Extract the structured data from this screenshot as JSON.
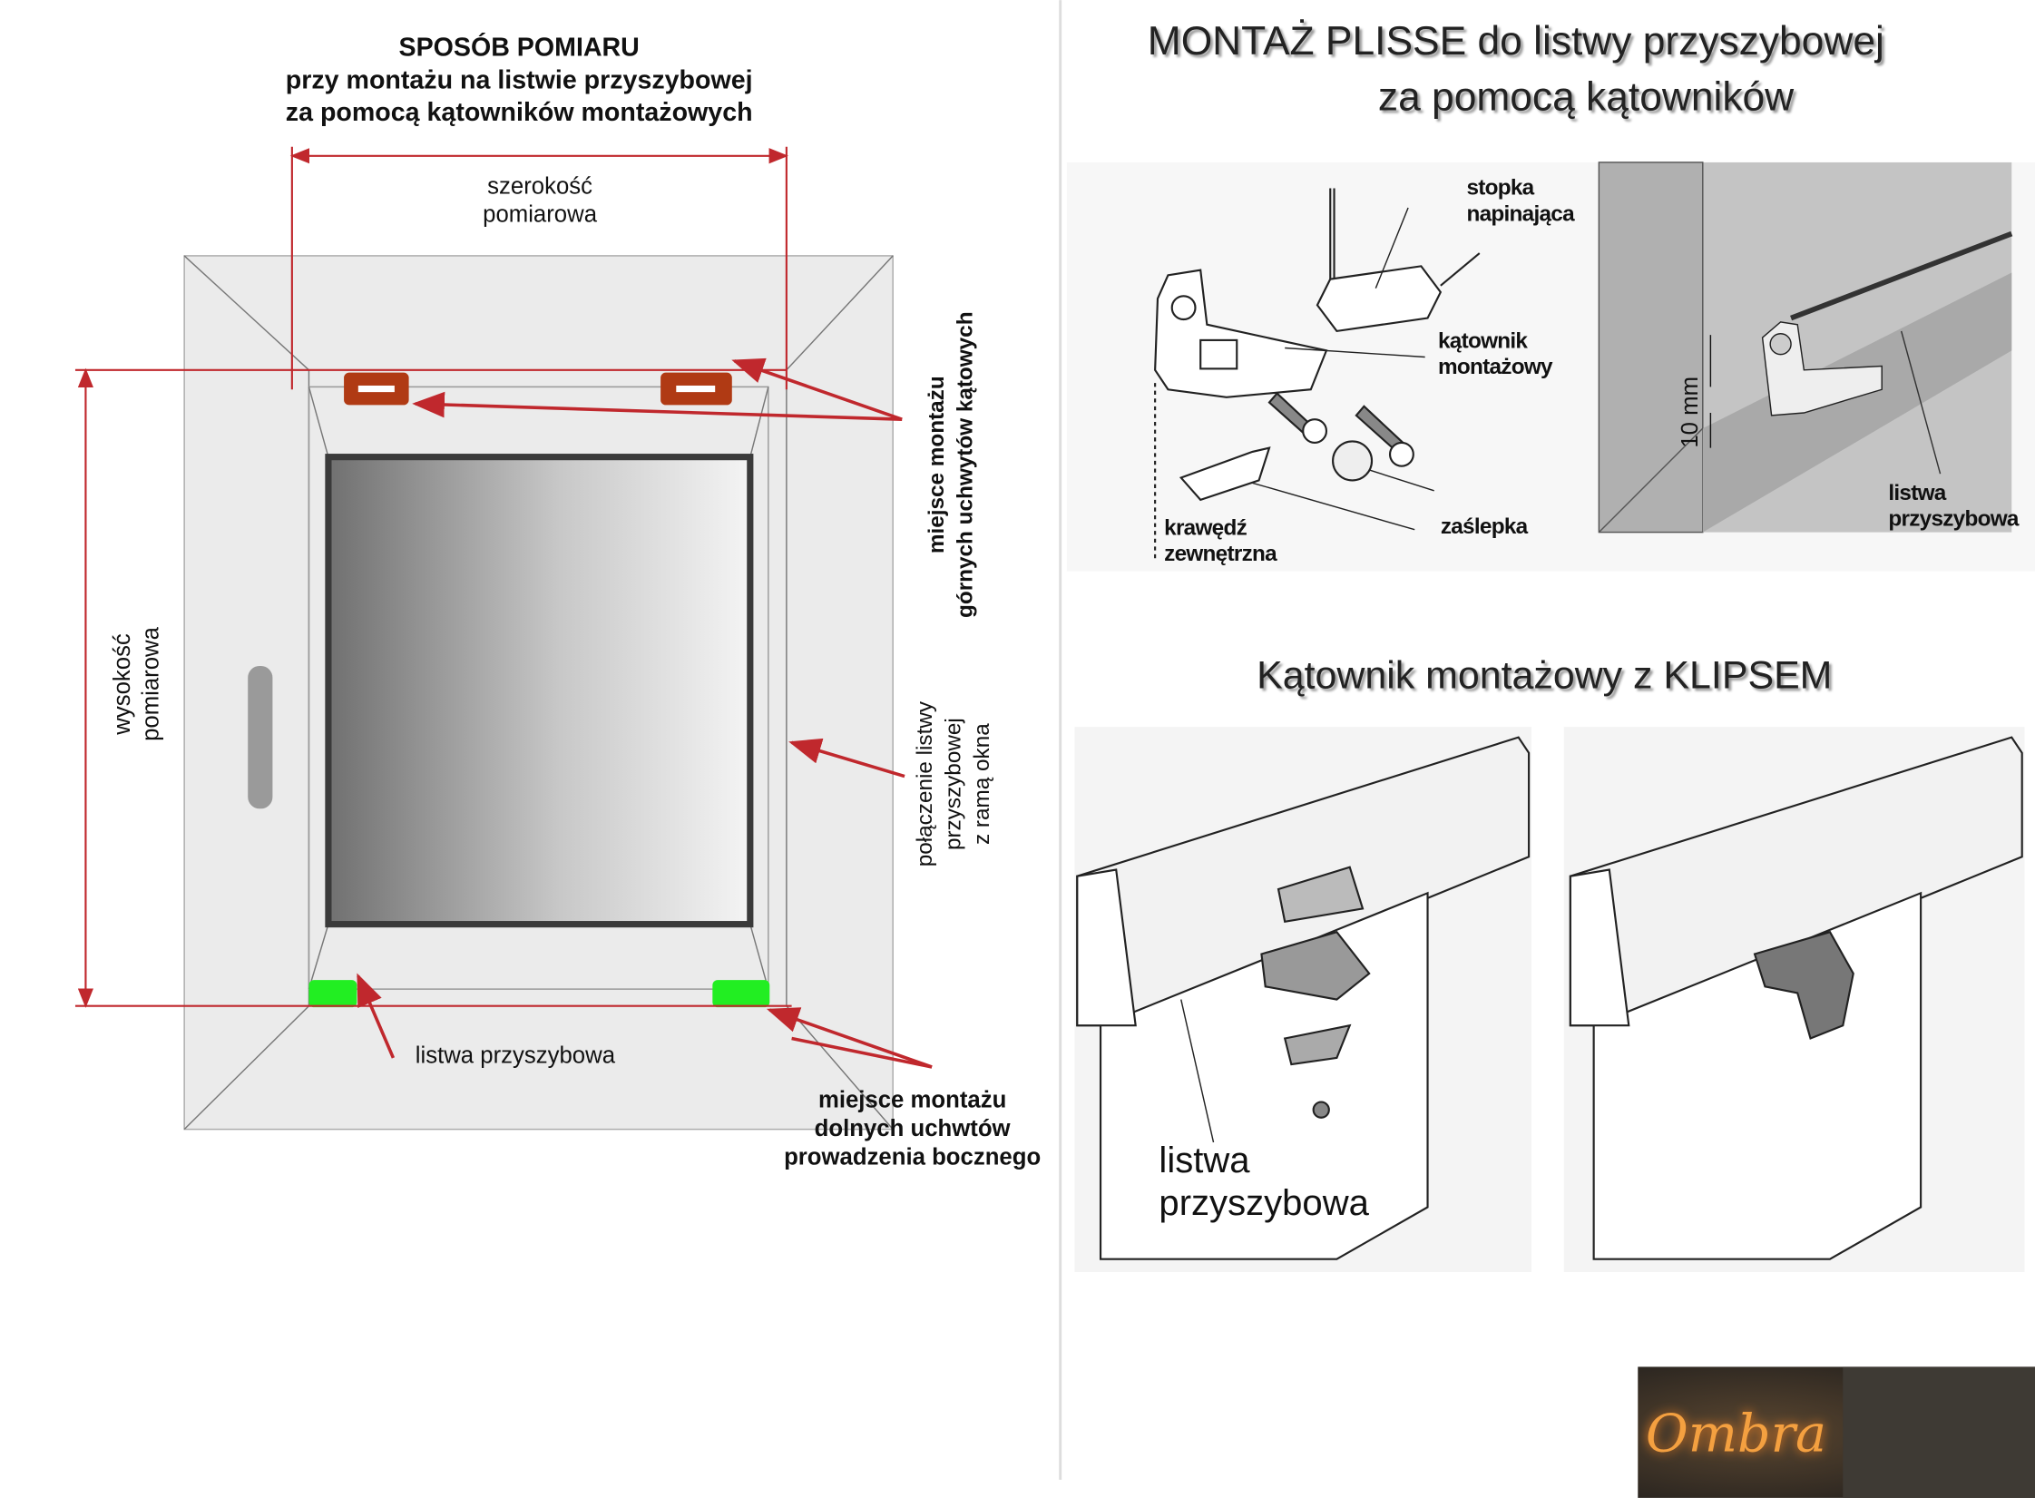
{
  "left": {
    "title": [
      "SPOSÓB POMIARU",
      "przy montażu na listwie przyszybowej",
      "za pomocą kątowników montażowych"
    ],
    "width_label": [
      "szerokość",
      "pomiarowa"
    ],
    "height_label": [
      "wysokość",
      "pomiarowa"
    ],
    "top_mount_label": [
      "miejsce montażu",
      "górnych uchwytów kątowych"
    ],
    "joint_label": [
      "połączenie listwy",
      "przyszybowej",
      "z ramą okna"
    ],
    "bead_label": "listwa przyszybowa",
    "bottom_mount_label": [
      "miejsce montażu",
      "dolnych uchwtów",
      "prowadzenia bocznego"
    ],
    "colors": {
      "dimension": "#c0282d",
      "top_bracket": "#b03a14",
      "bottom_bracket": "#22ee22"
    }
  },
  "right": {
    "title": [
      "MONTAŻ PLISSE do listwy przyszybowej",
      "za pomocą kątowników"
    ],
    "parts": {
      "tension_foot": [
        "stopka",
        "napinająca"
      ],
      "bracket": [
        "kątownik",
        "montażowy"
      ],
      "outer_edge": [
        "krawędź",
        "zewnętrzna"
      ],
      "cap": "zaślepka",
      "bead": [
        "listwa",
        "przyszybowa"
      ],
      "distance": "10 mm"
    },
    "clip_title": "Kątownik montażowy  z KLIPSEM",
    "clip_bead": [
      "listwa",
      "przyszybowa"
    ]
  },
  "logo": {
    "text": "Ombra"
  }
}
